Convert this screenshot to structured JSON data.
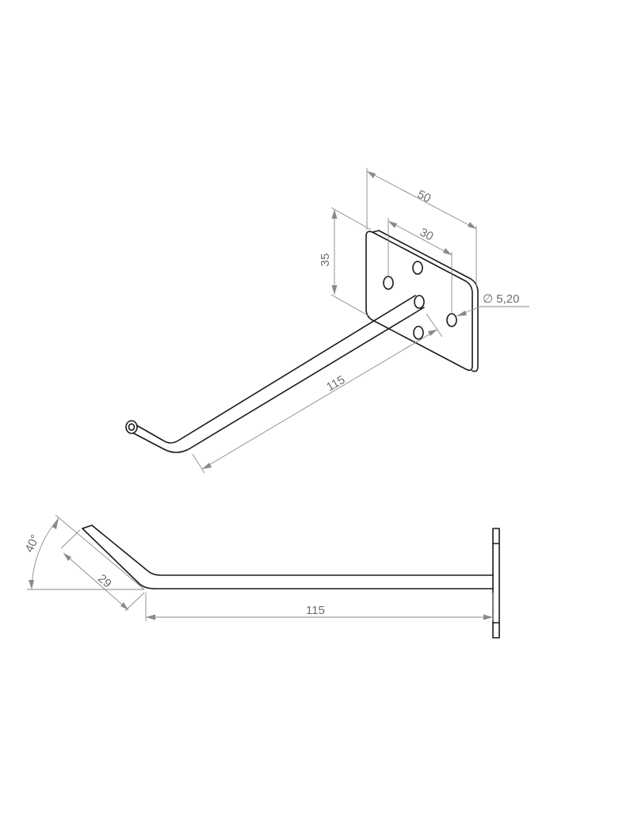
{
  "iso_view": {
    "dim_width": "50",
    "dim_hole_spacing": "30",
    "dim_height": "35",
    "dim_hole_diameter": "∅ 5,20",
    "dim_arm_length": "115"
  },
  "side_view": {
    "dim_angle": "40°",
    "dim_tip_length": "29",
    "dim_arm_length": "115"
  },
  "colors": {
    "outline": "#1a1a1a",
    "dimension": "#8a8a8a",
    "dimension_text": "#6e6e6e",
    "background": "#ffffff"
  }
}
